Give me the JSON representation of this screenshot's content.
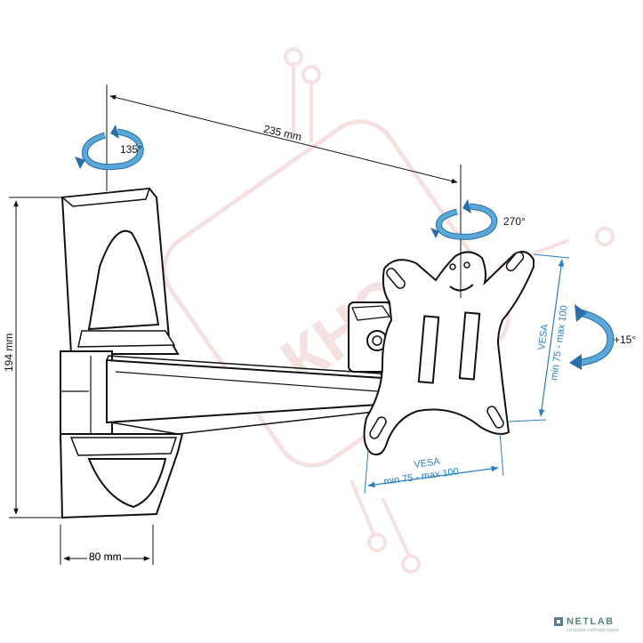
{
  "dimensions": {
    "arm_length": "235 mm",
    "height": "194 mm",
    "width": "80 mm"
  },
  "rotations": {
    "wall_swivel": "135°",
    "head_swivel": "270°",
    "tilt": "+15°"
  },
  "vesa": {
    "vertical_label": "VESA",
    "vertical_range": "min 75 - max 100",
    "horizontal_label": "VESA",
    "horizontal_range": "min 75 - max 100"
  },
  "watermark": {
    "text": "КНС"
  },
  "logo": {
    "name": "NETLAB",
    "tagline": "сетевая лаборатория"
  },
  "colors": {
    "line": "#111111",
    "dimension_blue": "#2a7fc0",
    "rotation_arrow": "#5aa8d8",
    "rotation_arrow_dark": "#2c6ea8",
    "watermark": "#f0c9c9"
  }
}
